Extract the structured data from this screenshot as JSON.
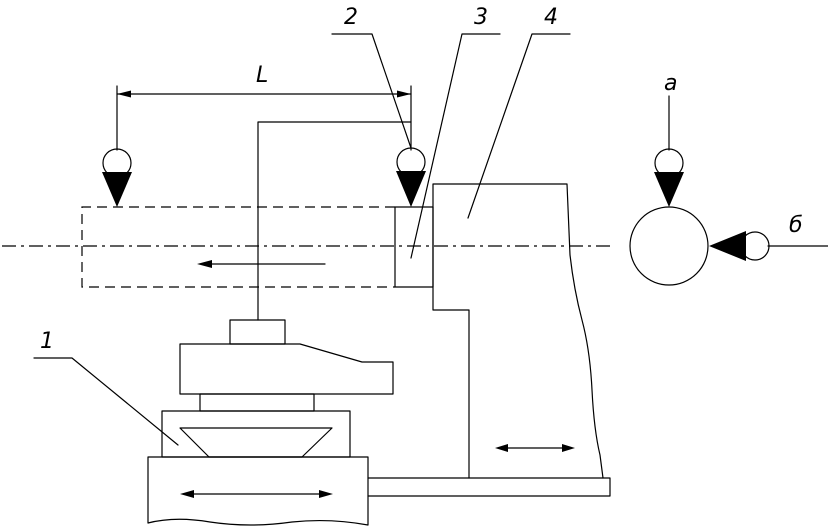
{
  "diagram": {
    "callouts": {
      "part1": "1",
      "part2": "2",
      "part3": "3",
      "part4": "4"
    },
    "dimension_label": "L",
    "view_labels": {
      "a": "а",
      "b": "б"
    }
  }
}
